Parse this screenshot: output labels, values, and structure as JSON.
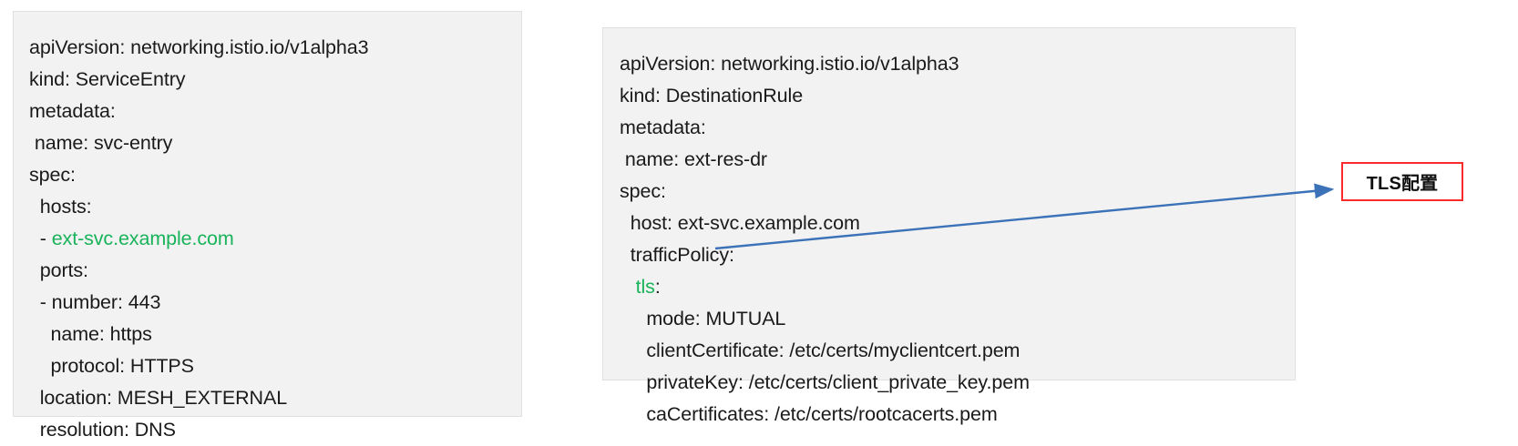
{
  "panels": [
    {
      "name": "service-entry-yaml",
      "lines": [
        [
          {
            "t": "apiVersion: networking.istio.io/v1alpha3",
            "c": "plain"
          }
        ],
        [
          {
            "t": "kind: ServiceEntry",
            "c": "plain"
          }
        ],
        [
          {
            "t": "metadata:",
            "c": "plain"
          }
        ],
        [
          {
            "t": " name: svc-entry",
            "c": "plain"
          }
        ],
        [
          {
            "t": "spec:",
            "c": "plain"
          }
        ],
        [
          {
            "t": "  hosts:",
            "c": "plain"
          }
        ],
        [
          {
            "t": "  - ",
            "c": "plain"
          },
          {
            "t": "ext-svc.example.com",
            "c": "green"
          }
        ],
        [
          {
            "t": "  ports:",
            "c": "plain"
          }
        ],
        [
          {
            "t": "  - number: 443",
            "c": "plain"
          }
        ],
        [
          {
            "t": "    name: https",
            "c": "plain"
          }
        ],
        [
          {
            "t": "    protocol: HTTPS",
            "c": "plain"
          }
        ],
        [
          {
            "t": "  location: MESH_EXTERNAL",
            "c": "plain"
          }
        ],
        [
          {
            "t": "  resolution: DNS",
            "c": "plain"
          }
        ]
      ]
    },
    {
      "name": "destination-rule-yaml",
      "lines": [
        [
          {
            "t": "apiVersion: networking.istio.io/v1alpha3",
            "c": "plain"
          }
        ],
        [
          {
            "t": "kind: DestinationRule",
            "c": "plain"
          }
        ],
        [
          {
            "t": "metadata:",
            "c": "plain"
          }
        ],
        [
          {
            "t": " name: ext-res-dr",
            "c": "plain"
          }
        ],
        [
          {
            "t": "spec:",
            "c": "plain"
          }
        ],
        [
          {
            "t": "  host: ext-svc.example.com",
            "c": "plain"
          }
        ],
        [
          {
            "t": "  trafficPolicy:",
            "c": "plain"
          }
        ],
        [
          {
            "t": "   ",
            "c": "plain"
          },
          {
            "t": "tls",
            "c": "green"
          },
          {
            "t": ":",
            "c": "plain"
          }
        ],
        [
          {
            "t": "     mode: MUTUAL",
            "c": "plain"
          }
        ],
        [
          {
            "t": "     clientCertificate: /etc/certs/myclientcert.pem",
            "c": "plain"
          }
        ],
        [
          {
            "t": "     privateKey: /etc/certs/client_private_key.pem",
            "c": "plain"
          }
        ],
        [
          {
            "t": "     caCertificates: /etc/certs/rootcacerts.pem",
            "c": "plain"
          }
        ]
      ]
    }
  ],
  "annotation": {
    "callout_label": "TLS配置",
    "callout_border_color": "#fb2b2b",
    "arrow_color": "#3b72b8"
  },
  "colors": {
    "panel_background": "#f2f2f2",
    "panel_border": "#e0e0e0",
    "code_text": "#1a1a1a",
    "highlight_green": "#19b35a",
    "page_background": "#ffffff"
  }
}
